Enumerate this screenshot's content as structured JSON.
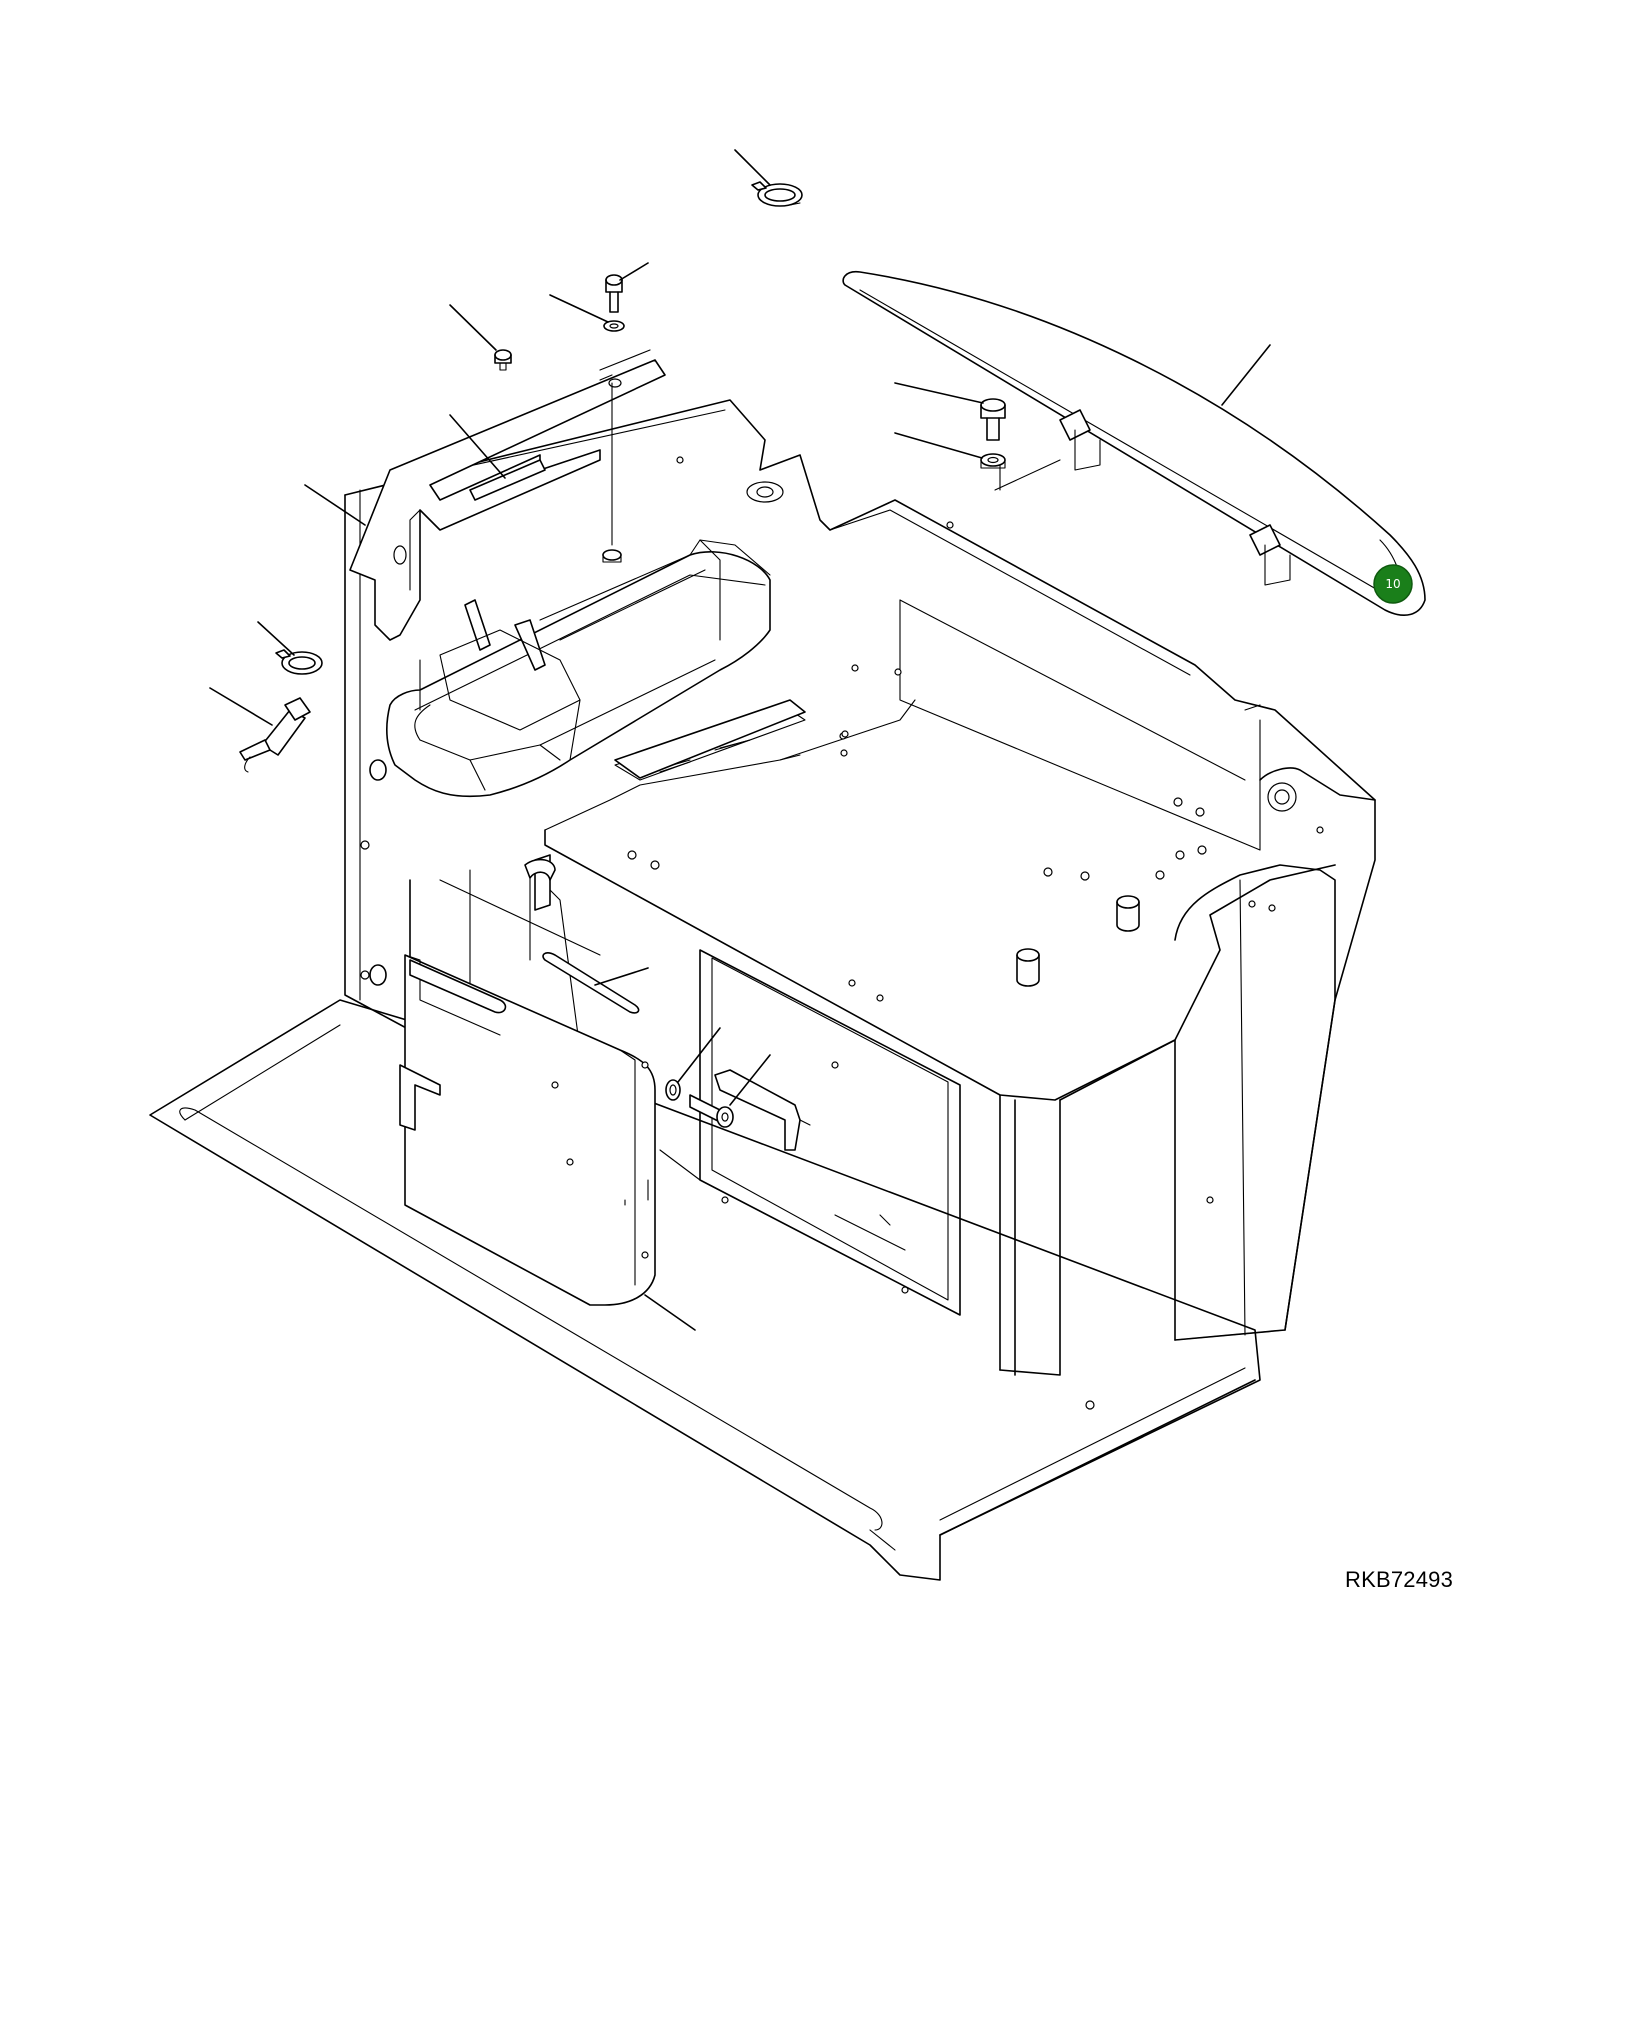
{
  "drawing": {
    "code": "RKB72493"
  },
  "callouts": [
    {
      "label": "10",
      "color": "#1a7f1a",
      "target": "cover-strip"
    }
  ]
}
